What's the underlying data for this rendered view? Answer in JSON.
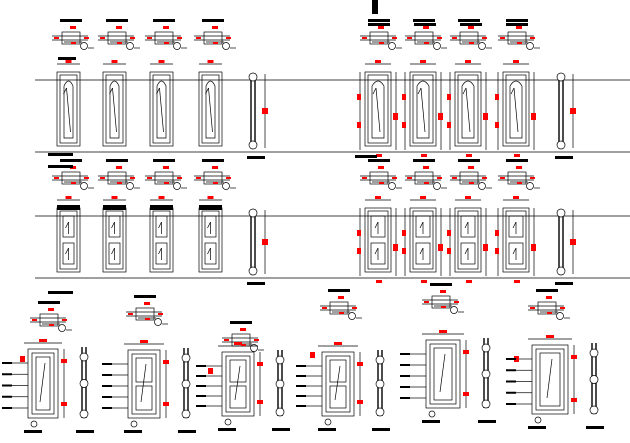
{
  "sheet": {
    "kind": "cad-door-elevation-sheet",
    "background": "#ffffff",
    "line_color": "#000000",
    "dimension_color": "#ff0000",
    "label_bar_color": "#000000",
    "text_present": false
  },
  "groups": [
    {
      "name": "row-1-left",
      "door_style": "single-panel",
      "door_count": 4
    },
    {
      "name": "row-1-right",
      "door_style": "single-panel-dimensioned",
      "door_count": 4
    },
    {
      "name": "row-2-left",
      "door_style": "two-panel",
      "door_count": 4
    },
    {
      "name": "row-2-right",
      "door_style": "two-panel-dimensioned",
      "door_count": 4
    },
    {
      "name": "row-3-details",
      "door_style": "detailed",
      "door_count": 6
    }
  ]
}
